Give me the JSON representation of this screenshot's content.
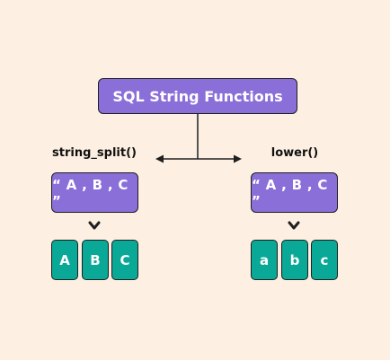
{
  "root": {
    "label": "SQL String Functions"
  },
  "branches": [
    {
      "function": "string_split()",
      "input": "“ A , B , C ”",
      "outputs": [
        "A",
        "B",
        "C"
      ]
    },
    {
      "function": "lower()",
      "input": "“ A , B , C ”",
      "outputs": [
        "a",
        "b",
        "c"
      ]
    }
  ],
  "colors": {
    "background": "#fdf0e2",
    "function_box": "#8a6fd9",
    "output_box": "#0aa896",
    "connector": "#1f1f1f"
  },
  "icons": {
    "arrow_head": "arrow-head-icon",
    "chevron": "chevron-down-icon"
  }
}
